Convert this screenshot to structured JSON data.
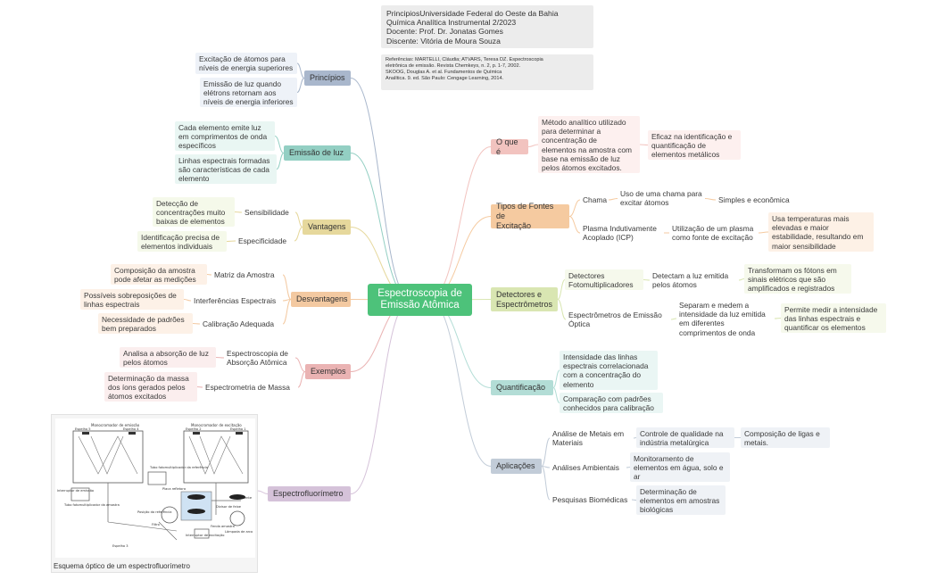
{
  "colors": {
    "root": "#4dc27a",
    "left": {
      "principios": {
        "branch": "#a9b7cc",
        "tint": "#eef2f8"
      },
      "emissao": {
        "branch": "#93cfc3",
        "tint": "#e9f6f3"
      },
      "vantagens": {
        "branch": "#e6d89c",
        "tint": "#f5f9ea"
      },
      "desvantagens": {
        "branch": "#f3c9a1",
        "tint": "#fdf1e7"
      },
      "exemplos": {
        "branch": "#eab3b3",
        "tint": "#fbeeee"
      },
      "espectro": {
        "branch": "#d5c2d9",
        "tint": "#f4eef5"
      }
    },
    "right": {
      "oque": {
        "branch": "#f2c3bf",
        "tint": "#fdf0ef"
      },
      "tipos": {
        "branch": "#f5caa0",
        "tint": "#fdf1e6"
      },
      "detectores": {
        "branch": "#d9e6b2",
        "tint": "#f6f9ec"
      },
      "quant": {
        "branch": "#b3ddd6",
        "tint": "#eaf6f4"
      },
      "aplic": {
        "branch": "#c2ccd8",
        "tint": "#eff2f6"
      }
    }
  },
  "root": {
    "label": "Espectroscopia de\nEmissão Atômica"
  },
  "header": {
    "lines": "PrincipiosUniversidade Federal do Oeste da Bahia\nQuímica Analítica Instrumental 2/2023\nDocente: Prof. Dr. Jonatas Gomes\nDiscente: Vitória de Moura Souza",
    "references": "Referências: MARTELLI, Cláudia; ATVARS, Teresa DZ. Espectroscopia\neletrônica de emissão. Revista Chemkeys, n. 2, p. 1-7, 2002.\nSKOOG, Douglas A. et al. Fundamentos de Química\nAnalítica. 9. ed. São Paulo: Cengage Learning, 2014."
  },
  "left": {
    "principios": {
      "label": "Princípios",
      "items": [
        "Excitação de átomos para\nníveis de energia superiores",
        "Emissão de luz quando\nelétrons retornam aos\nníveis de energia inferiores"
      ]
    },
    "emissao": {
      "label": "Emissão de luz",
      "items": [
        "Cada elemento emite luz\nem comprimentos de onda\nespecíficos",
        "Linhas espectrais formadas\nsão características de cada\nelemento"
      ]
    },
    "vantagens": {
      "label": "Vantagens",
      "sensibilidade": "Sensibilidade",
      "sensibilidade_detail": "Detecção de\nconcentrações muito\nbaixas de elementos",
      "especificidade": "Especificidade",
      "especificidade_detail": "Identificação precisa de\nelementos individuais"
    },
    "desvantagens": {
      "label": "Desvantagens",
      "matriz": "Matriz da Amostra",
      "matriz_detail": "Composição da amostra\npode afetar as medições",
      "interferencias": "Interferências Espectrais",
      "interferencias_detail": "Possíveis sobreposições de\nlinhas espectrais",
      "calibracao": "Calibração Adequada",
      "calibracao_detail": "Necessidade de padrões\nbem preparados"
    },
    "exemplos": {
      "label": "Exemplos",
      "absorcao": "Espectroscopia de\nAbsorção Atômica",
      "absorcao_detail": "Analisa a absorção de luz\npelos átomos",
      "massa": "Espectrometria de Massa",
      "massa_detail": "Determinação da massa\ndos íons gerados pelos\nátomos excitados"
    },
    "espectro": {
      "label": "Espectrofluorímetro",
      "caption": "Esquema óptico de um espectrofluorímetro",
      "figure_labels": {
        "mono_emissao": "Monocromador de emissão",
        "mono_excitacao": "Monocromador de excitação",
        "espelho5": "Espelho 5",
        "espelho4": "Espelho 4",
        "espelho2": "Espelho 2",
        "espelho1": "Espelho 1",
        "espelho3": "Espelho 3",
        "lente": "Lente",
        "lampada": "Lâmpada de\narco",
        "filtro": "Filtro",
        "fenda_amostra": "Fenda\namostra",
        "interruptor_excitacao": "Interruptor\nde excitação",
        "interruptor_emissao": "Interruptor\nde emissão",
        "tubo_amostra": "Tubo\nfotomultiplicador\nda amostra",
        "tubo_referencia": "Tubo\nfotomultiplicador\nda referência",
        "placa": "Placa\nrefletora",
        "divisor": "Divisor\nde\nfeixe",
        "posicao_referencia": "Posição da\nreferência"
      }
    }
  },
  "right": {
    "oque": {
      "label": "O que é",
      "definition": "Método analítico utilizado\npara determinar a\nconcentração de\nelementos na amostra com\nbase na emissão de luz\npelos átomos excitados.",
      "detail": "Eficaz na identificação e\nquantificação de\nelementos metálicos"
    },
    "tipos": {
      "label": "Tipos de Fontes de\nExcitação",
      "chama": "Chama",
      "chama_use": "Uso de uma chama para\nexcitar átomos",
      "chama_detail": "Simples e econômica",
      "icp": "Plasma Indutivamente\nAcoplado (ICP)",
      "icp_use": "Utilização de um plasma\ncomo fonte de excitação",
      "icp_detail": "Usa temperaturas mais\nelevadas e maior\nestabilidade, resultando em\nmaior sensibilidade"
    },
    "detectores": {
      "label": "Detectores e\nEspectrômetros",
      "foto": "Detectores\nFotomultiplicadores",
      "foto_use": "Detectam a luz emitida\npelos átomos",
      "foto_detail": "Transformam os fótons em\nsinais elétricos que são\namplificados e registrados",
      "optica": "Espectrômetros de Emissão\nÓptica",
      "optica_use": "Separam e medem a\nintensidade da luz emitida\nem diferentes\ncomprimentos de onda",
      "optica_detail": "Permite medir a intensidade\ndas linhas espectrais e\nquantificar os elementos"
    },
    "quant": {
      "label": "Quantificação",
      "items": [
        "Intensidade das linhas\nespectrais correlacionada\ncom a concentração do\nelemento",
        "Comparação com padrões\nconhecidos para calibração"
      ]
    },
    "aplic": {
      "label": "Aplicações",
      "metais": "Análise de Metais em\nMateriais",
      "metais_use": "Controle de qualidade na\nindústria metalúrgica",
      "metais_detail": "Composição de ligas e\nmetais.",
      "ambientais": "Análises Ambientais",
      "ambientais_use": "Monitoramento de\nelementos em água, solo e\nar",
      "bio": "Pesquisas Biomédicas",
      "bio_use": "Determinação de\nelementos em amostras\nbiológicas"
    }
  }
}
